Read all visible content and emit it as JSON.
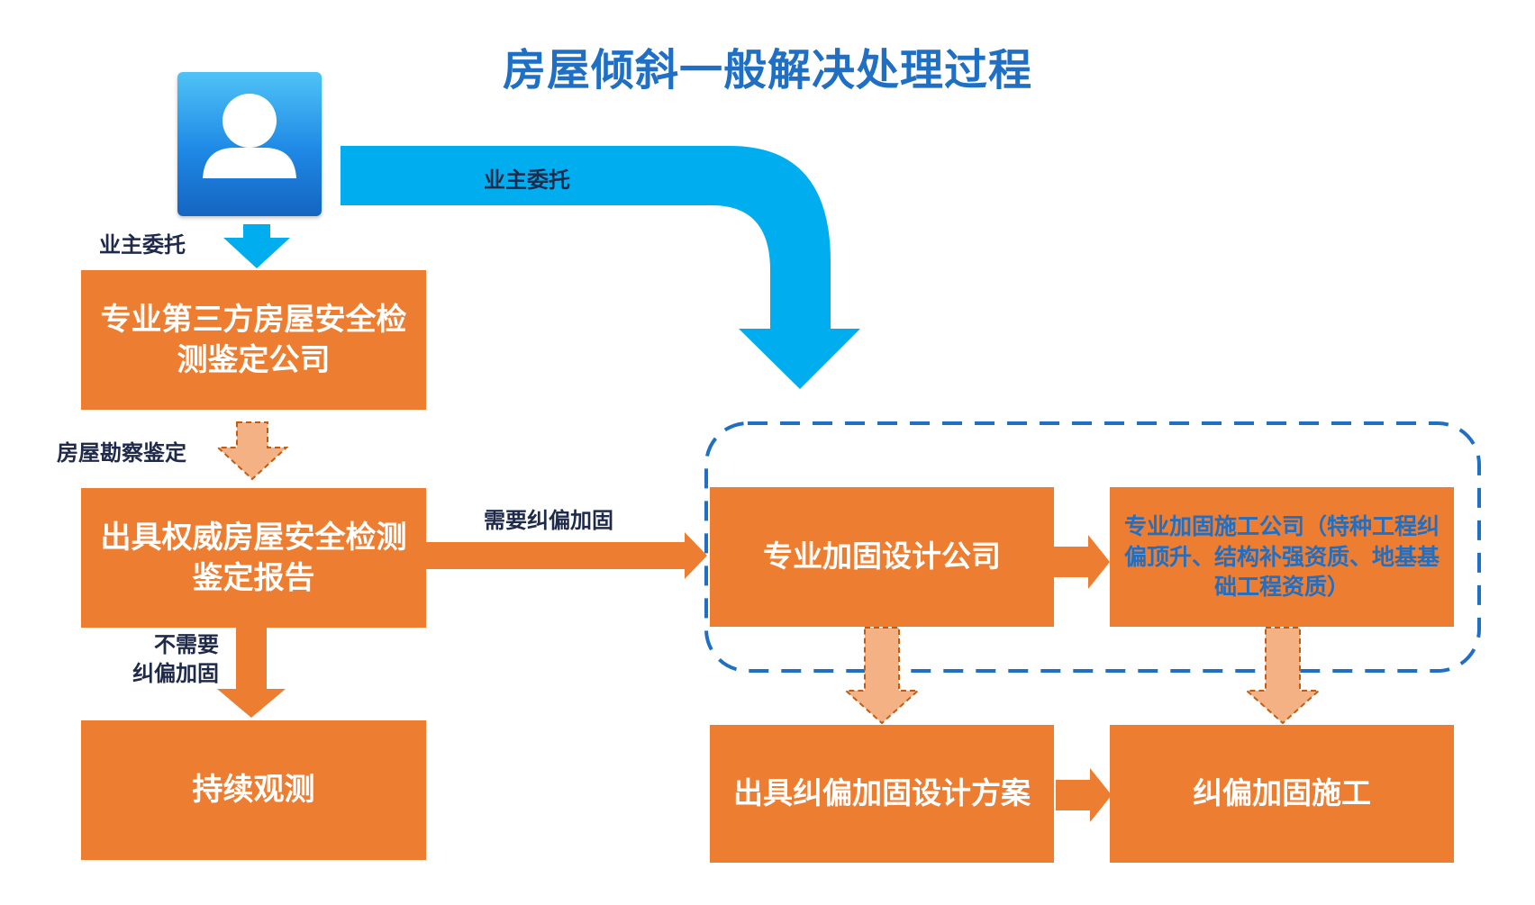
{
  "title": "房屋倾斜一般解决处理过程",
  "nodes": {
    "inspection_company": "专业第三方房屋安全检测鉴定公司",
    "report": "出具权威房屋安全检测鉴定报告",
    "monitoring": "持续观测",
    "design_company": "专业加固设计公司",
    "construction_company": "专业加固施工公司（特种工程纠偏顶升、结构补强资质、地基基础工程资质）",
    "design_plan": "出具纠偏加固设计方案",
    "construction": "纠偏加固施工"
  },
  "edges": {
    "owner_to_inspection": "业主委托",
    "owner_to_design": "业主委托",
    "inspection_to_report": "房屋勘察鉴定",
    "report_to_design": "需要纠偏加固",
    "report_to_monitoring_line1": "不需要",
    "report_to_monitoring_line2": "纠偏加固"
  },
  "icons": {
    "owner": "user-avatar-icon"
  },
  "colors": {
    "box_fill": "#ED7D31",
    "dashed_arrow_fill": "#F4B183",
    "dashed_arrow_stroke": "#C55A11",
    "blue_arrow": "#00AEEF",
    "title": "#1F6FC5",
    "group_border": "#1F6FC5",
    "label": "#1F2A4A"
  }
}
